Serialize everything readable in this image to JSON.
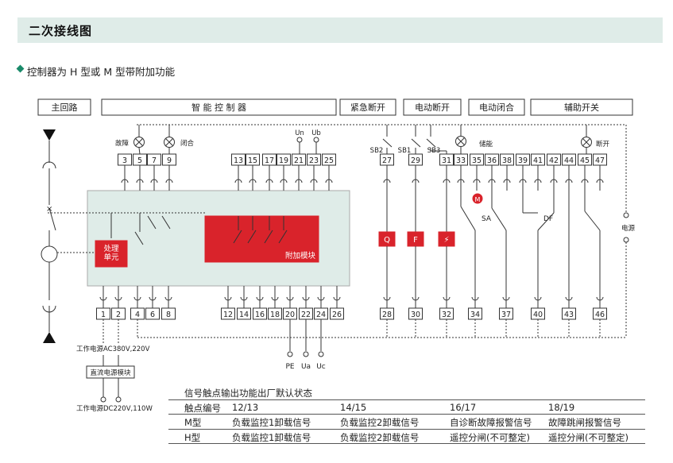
{
  "header": {
    "title": "二次接线图"
  },
  "subtitle": "控制器为 H 型或 M 型带附加功能",
  "sections": [
    "主回路",
    "智 能 控 制 器",
    "紧急断开",
    "电动断开",
    "电动闭合",
    "辅助开关"
  ],
  "top_terminals_left": [
    "3",
    "5",
    "7",
    "9"
  ],
  "top_terminals_mid": [
    "13",
    "15",
    "17",
    "19",
    "21",
    "23",
    "25"
  ],
  "top_terminals_right": [
    "27",
    "29",
    "31",
    "33",
    "35",
    "36",
    "38",
    "39",
    "41",
    "42",
    "44",
    "45",
    "47"
  ],
  "bottom_terminals_left": [
    "1",
    "2",
    "4",
    "6",
    "8"
  ],
  "bottom_terminals_mid": [
    "12",
    "14",
    "16",
    "18",
    "20",
    "22",
    "24",
    "26"
  ],
  "bottom_terminals_right": [
    "28",
    "30",
    "32",
    "34",
    "37",
    "40",
    "43",
    "46"
  ],
  "labels": {
    "fault": "故障",
    "closed": "闭合",
    "un": "Un",
    "ub": "Ub",
    "sb2": "SB2",
    "sb1": "SB1",
    "sb3": "SB3",
    "storage": "储能",
    "open": "断开",
    "processing": "处理\n单元",
    "addon": "附加模块",
    "q": "Q",
    "f": "F",
    "x": "⚡",
    "m": "M",
    "sa": "SA",
    "df": "DF",
    "power": "电源",
    "pe": "PE",
    "ua": "Ua",
    "uc": "Uc",
    "work_power_ac": "工作电源AC380V,220V",
    "dc_module": "直流电源模块",
    "work_power_dc": "工作电源DC220V,110W"
  },
  "table": {
    "title": "信号触点输出功能出厂默认状态",
    "rows": [
      [
        "触点编号",
        "12/13",
        "14/15",
        "16/17",
        "18/19"
      ],
      [
        "M型",
        "负载监控1卸载信号",
        "负载监控2卸载信号",
        "自诊断故障报警信号",
        "故障跳闸报警信号"
      ],
      [
        "H型",
        "负载监控1卸载信号",
        "负载监控2卸载信号",
        "遥控分闸(不可整定)",
        "遥控分闸(不可整定)"
      ]
    ]
  },
  "colors": {
    "header_bg": "#dfece8",
    "controller_bg": "#dfece8",
    "module_red": "#d9232b",
    "accent": "#1a8a6a"
  }
}
